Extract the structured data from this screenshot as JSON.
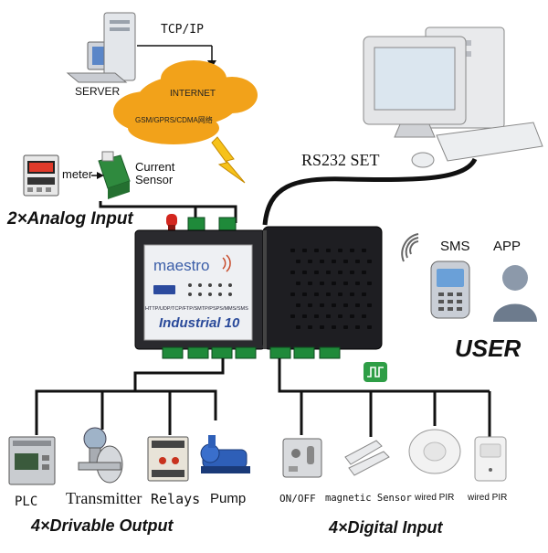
{
  "top": {
    "protocol_label": "TCP/IP",
    "server_label": "SERVER",
    "internet_label": "INTERNET",
    "network_label": "GSM/GPRS/CDMA网络",
    "rs232_label": "RS232 SET"
  },
  "sensors": {
    "meter_label": "meter",
    "current_sensor_label": "Current\nSensor",
    "analog_input_title": "2×Analog Input"
  },
  "device": {
    "brand": "maestro",
    "protocols": "HTTP/UDP/TCP/FTP/SMTP/PSPS/MMS/SMS",
    "model": "Industrial 10"
  },
  "user": {
    "sms_label": "SMS",
    "app_label": "APP",
    "user_label": "USER"
  },
  "outputs": {
    "title": "4×Drivable Output",
    "items": [
      {
        "label": "PLC"
      },
      {
        "label": "Transmitter"
      },
      {
        "label": "Relays"
      },
      {
        "label": "Pump"
      }
    ]
  },
  "inputs": {
    "title": "4×Digital Input",
    "items": [
      {
        "label": "ON/OFF"
      },
      {
        "label": "magnetic Sensor"
      },
      {
        "label": "wired PIR"
      },
      {
        "label": "wired PIR"
      }
    ]
  },
  "colors": {
    "line": "#111111",
    "terminal": "#1f8a3a",
    "cloud": "#f2a21a",
    "lightning": "#f6c21a",
    "device_body": "#2a2a2e",
    "antenna": "#d3261e"
  }
}
